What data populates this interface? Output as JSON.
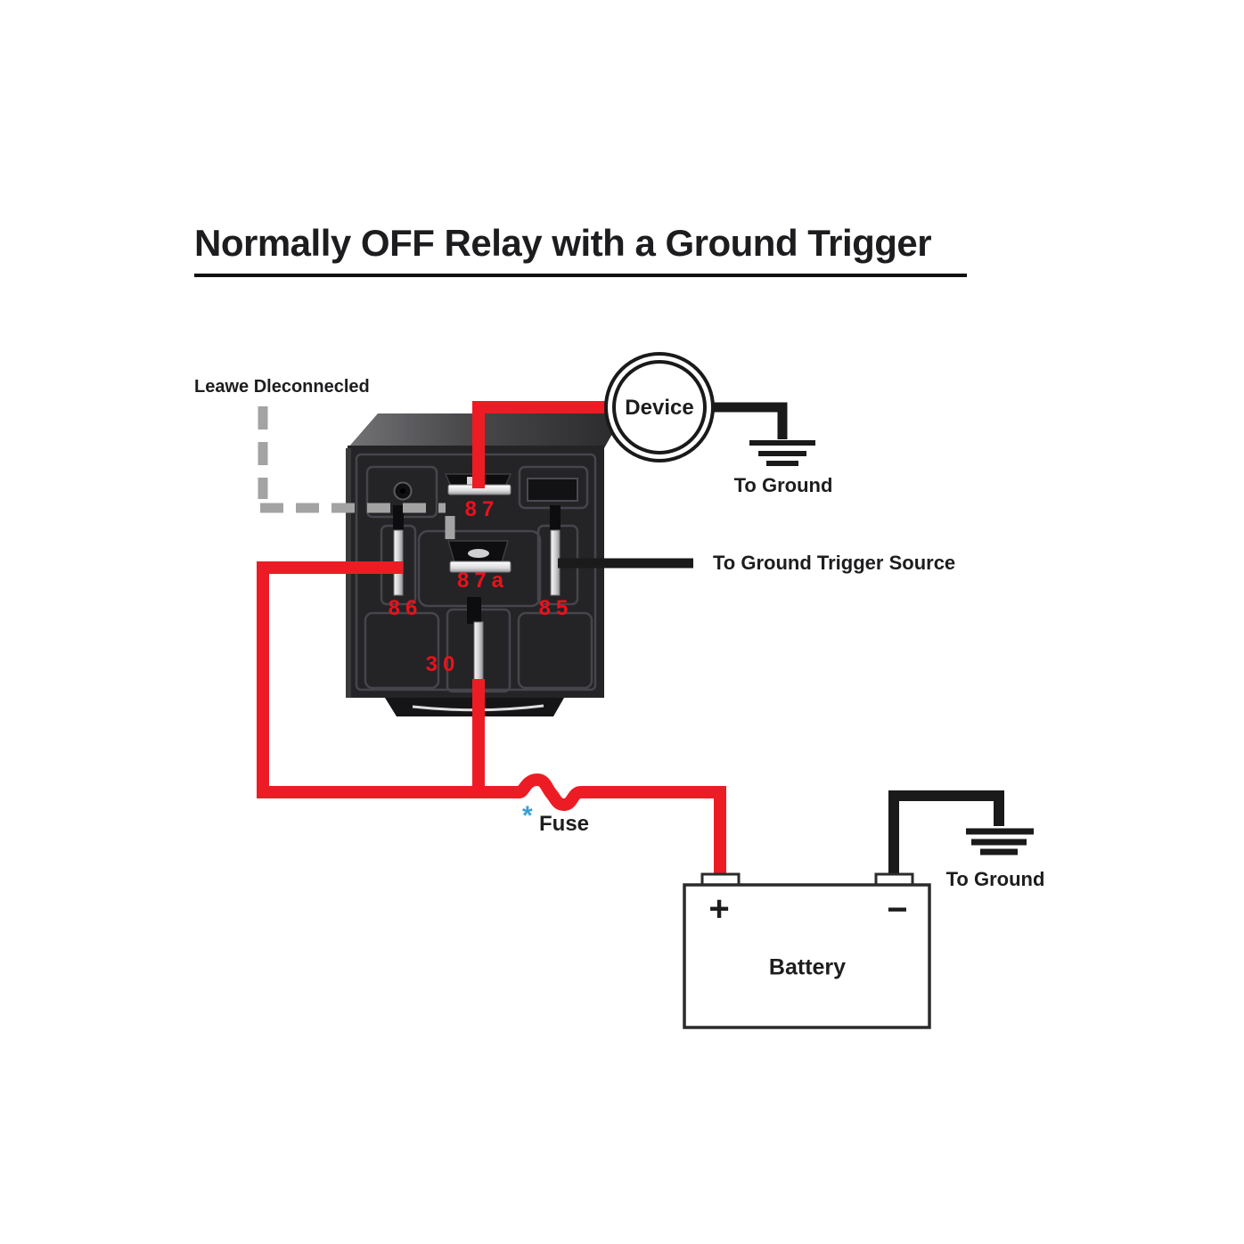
{
  "title": "Normally OFF Relay with a Ground Trigger",
  "colors": {
    "wire_red": "#ed1c24",
    "wire_black": "#1a1a1a",
    "dashed_gray": "#a3a3a3",
    "pin_label_red": "#e8121c",
    "asterisk_blue": "#3a9fd6",
    "text_dark": "#1d1d1f"
  },
  "labels": {
    "leave_disconnected": "Leawe Dleconnecled",
    "device": "Device",
    "to_ground_device": "To Ground",
    "to_ground_trigger": "To Ground Trigger Source",
    "fuse": "Fuse",
    "fuse_asterisk": "*",
    "battery": "Battery",
    "battery_plus": "+",
    "battery_minus": "−",
    "to_ground_battery": "To Ground"
  },
  "relay": {
    "pins": [
      {
        "id": "87",
        "label": "87"
      },
      {
        "id": "87a",
        "label": "87a"
      },
      {
        "id": "86",
        "label": "86"
      },
      {
        "id": "85",
        "label": "85"
      },
      {
        "id": "30",
        "label": "30"
      }
    ]
  }
}
